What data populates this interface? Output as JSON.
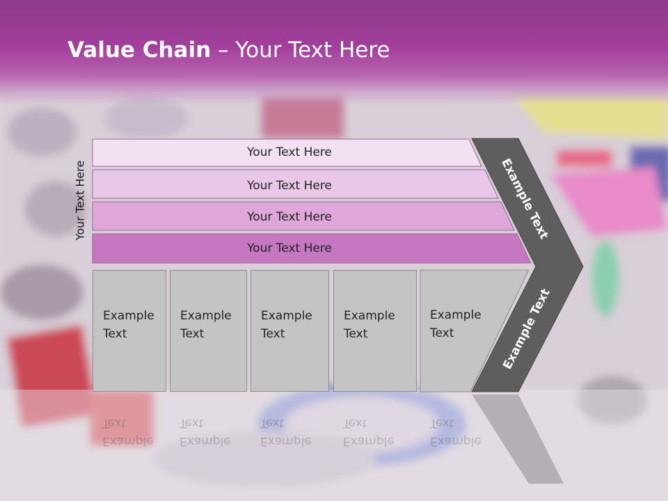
{
  "header": {
    "title_bold": "Value Chain",
    "title_rest": " – Your Text Here"
  },
  "side_label": "Your Text Here",
  "rows": [
    {
      "label": "Your Text Here",
      "color": "#f1e1f1"
    },
    {
      "label": "Your Text Here",
      "color": "#e8c8e6"
    },
    {
      "label": "Your Text Here",
      "color": "#dea6d9"
    },
    {
      "label": "Your Text Here",
      "color": "#c677c1"
    }
  ],
  "cells": [
    {
      "label": "Example Text"
    },
    {
      "label": "Example Text"
    },
    {
      "label": "Example Text"
    },
    {
      "label": "Example Text"
    },
    {
      "label": "Example Text"
    }
  ],
  "chevron": {
    "top_label": "Example Text",
    "bottom_label": "Example Text",
    "color": "#5e5e5e"
  }
}
